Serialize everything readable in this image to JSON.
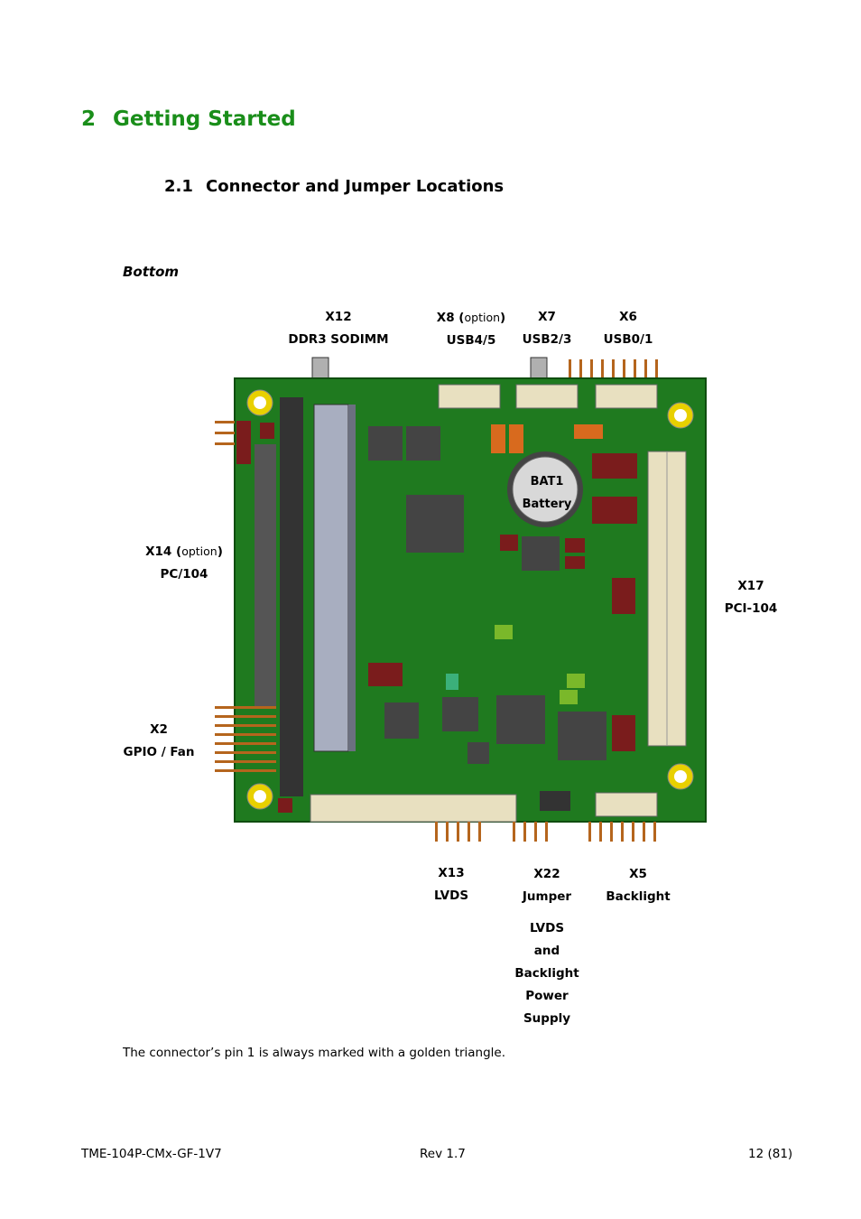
{
  "heading1": {
    "number": "2",
    "title": "Getting Started"
  },
  "heading2": {
    "number": "2.1",
    "title": "Connector and Jumper Locations"
  },
  "figure_caption": "Bottom",
  "connectors": {
    "x12": {
      "id": "X12",
      "name": "DDR3 SODIMM"
    },
    "x8": {
      "id": "X8",
      "option": "option",
      "name": "USB4/5"
    },
    "x7": {
      "id": "X7",
      "name": "USB2/3"
    },
    "x6": {
      "id": "X6",
      "name": "USB0/1"
    },
    "x14": {
      "id": "X14",
      "option": "option",
      "name": "PC/104"
    },
    "x17": {
      "id": "X17",
      "name": "PCI-104"
    },
    "x2": {
      "id": "X2",
      "name": "GPIO / Fan"
    },
    "x13": {
      "id": "X13",
      "name": "LVDS"
    },
    "x22": {
      "id": "X22",
      "name": "Jumper",
      "desc": [
        "LVDS",
        "and",
        "Backlight",
        "Power",
        "Supply"
      ]
    },
    "x5": {
      "id": "X5",
      "name": "Backlight"
    }
  },
  "battery": {
    "id": "BAT1",
    "name": "Battery"
  },
  "note": "The connector’s pin 1 is always marked with a golden triangle.",
  "footer": {
    "doc_id": "TME-104P-CMx-GF-1V7",
    "revision": "Rev 1.7",
    "page": "12 (81)"
  },
  "colors": {
    "heading": "#1a8e1a",
    "pcb": "#1f7a1f",
    "pcb_edge": "#0f4d0f",
    "chip": "#444444",
    "component": "#7a1c1c",
    "mount_hole": "#e8d000"
  }
}
